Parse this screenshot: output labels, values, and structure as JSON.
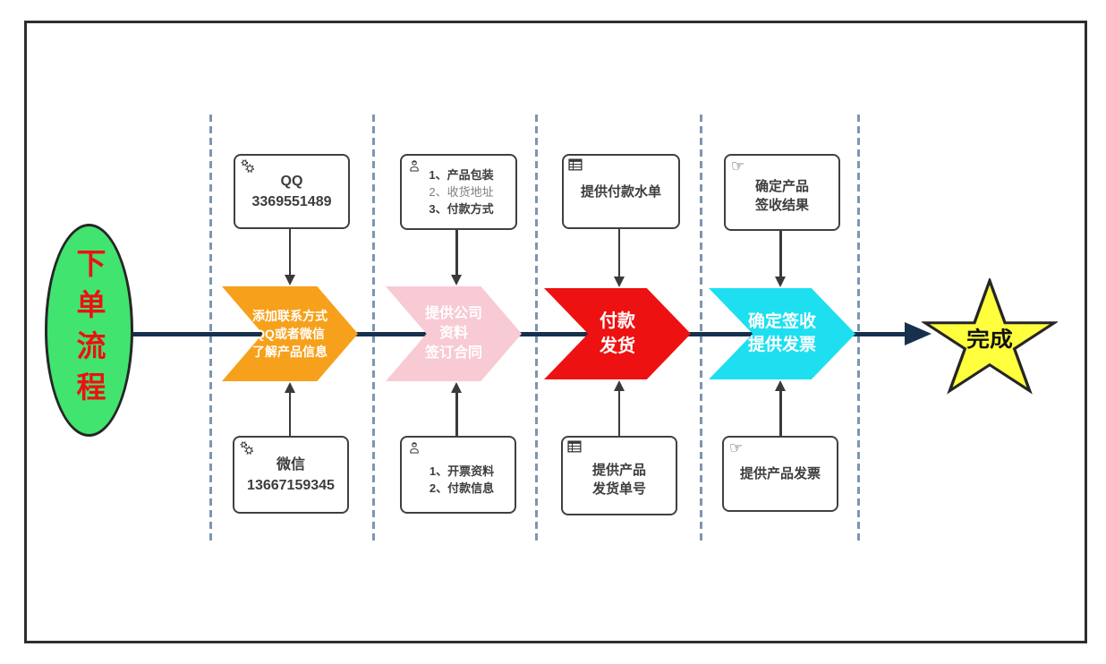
{
  "start": {
    "label": "下单流程"
  },
  "columns": [
    {
      "top_note": {
        "icon": "gears-icon",
        "lines": [
          "QQ",
          "3369551489"
        ]
      },
      "chevron": {
        "color": "#F7A01B",
        "lines": [
          "添加联系方式",
          "QQ或者微信",
          "了解产品信息"
        ]
      },
      "bottom_note": {
        "icon": "gears-icon",
        "lines": [
          "微信",
          "13667159345"
        ]
      }
    },
    {
      "top_note": {
        "icon": "person-icon",
        "lines": [
          "1、产品包装",
          "2、收货地址",
          "3、付款方式"
        ]
      },
      "chevron": {
        "color": "#F8CAD4",
        "lines": [
          "提供公司",
          "资料",
          "签订合同"
        ]
      },
      "bottom_note": {
        "icon": "person-icon",
        "lines": [
          "1、开票资料",
          "2、付款信息"
        ]
      }
    },
    {
      "top_note": {
        "icon": "table-icon",
        "lines": [
          "提供付款水单"
        ]
      },
      "chevron": {
        "color": "#EE1111",
        "lines": [
          "付款",
          "发货"
        ]
      },
      "bottom_note": {
        "icon": "table-icon",
        "lines": [
          "提供产品",
          "发货单号"
        ]
      }
    },
    {
      "top_note": {
        "icon": "hand-icon",
        "lines": [
          "确定产品",
          "签收结果"
        ]
      },
      "chevron": {
        "color": "#1EDFF0",
        "lines": [
          "确定签收",
          "提供发票"
        ]
      },
      "bottom_note": {
        "icon": "hand-icon",
        "lines": [
          "提供产品发票"
        ]
      }
    }
  ],
  "end_star": {
    "label": "完成",
    "color": "#FFFF3D"
  },
  "colors": {
    "start_fill": "#41E46F",
    "start_text": "#EE1010",
    "flow_line": "#17304D",
    "lane_divider": "#7E96AE",
    "note_border": "#404040",
    "note_text": "#3D3D3D",
    "muted_text": "#7F7F7F",
    "chevron_text": "#FFFFFF"
  }
}
